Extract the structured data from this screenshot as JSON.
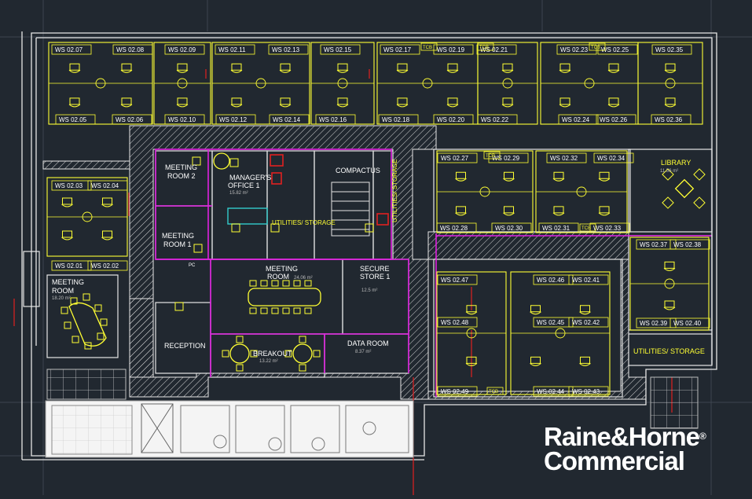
{
  "colors": {
    "background": "#212830",
    "wall": "#e6e6e6",
    "furniture": "#ffff33",
    "room_label": "#ffffff",
    "magenta": "#e020e0",
    "red": "#e02020",
    "cyan": "#33cccc",
    "brand": "#ffffff"
  },
  "workstations": [
    "WS 02.07",
    "WS 02.08",
    "WS 02.09",
    "WS 02.11",
    "WS 02.13",
    "WS 02.15",
    "WS 02.17",
    "WS 02.19",
    "WS 02.21",
    "WS 02.23",
    "WS 02.25",
    "WS 02.35",
    "WS 02.05",
    "WS 02.06",
    "WS 02.10",
    "WS 02.12",
    "WS 02.14",
    "WS 02.16",
    "WS 02.18",
    "WS 02.20",
    "WS 02.22",
    "WS 02.24",
    "WS 02.26",
    "WS 02.36",
    "WS 02.03",
    "WS 02.04",
    "WS 02.01",
    "WS 02.02",
    "WS 02.27",
    "WS 02.29",
    "WS 02.32",
    "WS 02.34",
    "WS 02.28",
    "WS 02.30",
    "WS 02.31",
    "WS 02.33",
    "WS 02.37",
    "WS 02.38",
    "WS 02.39",
    "WS 02.40",
    "WS 02.47",
    "WS 02.46",
    "WS 02.41",
    "WS 02.48",
    "WS 02.45",
    "WS 02.42",
    "WS 02.49",
    "WS 02.44",
    "WS 02.43"
  ],
  "tcb": "TCB",
  "rooms": {
    "meeting_room_2": [
      "MEETING",
      "ROOM 2"
    ],
    "managers_office": [
      "MANAGER'S",
      "OFFICE 1"
    ],
    "managers_office_area": "15.82 m²",
    "compactus": "COMPACTUS",
    "utilities_storage": "UTILITIES/ STORAGE",
    "library": "LIBRARY",
    "library_area": "11.56 m²",
    "meeting_room_1": [
      "MEETING",
      "ROOM 1"
    ],
    "meeting_room_left": [
      "MEETING",
      "ROOM"
    ],
    "meeting_room_left_area": "18.20 m²",
    "meeting_room_main": [
      "MEETING",
      "ROOM"
    ],
    "meeting_room_main_area": "24.06 m²",
    "secure_store": [
      "SECURE",
      "STORE 1"
    ],
    "secure_store_area": "12.5 m²",
    "reception": "RECEPTION",
    "breakout": "BREAKOUT",
    "breakout_area": "13.22 m²",
    "data_room": "DATA ROOM",
    "data_room_area": "8.37 m²",
    "pc_label": "PC"
  },
  "brand": {
    "line1": "Raine&Horne",
    "line2": "Commercial",
    "registered": "®"
  }
}
